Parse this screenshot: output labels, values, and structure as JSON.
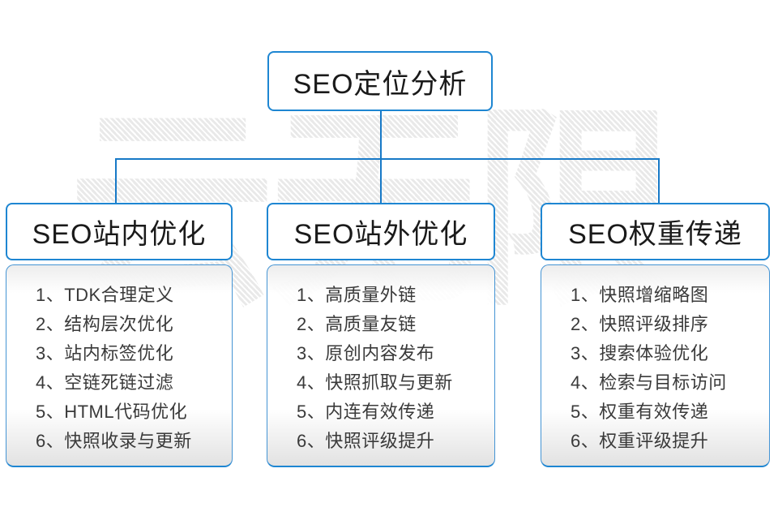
{
  "diagram": {
    "root": {
      "label": "SEO定位分析"
    },
    "watermark": {
      "text": "云无限"
    },
    "columns": [
      {
        "header": "SEO站内优化",
        "items": [
          "1、TDK合理定义",
          "2、结构层次优化",
          "3、站内标签优化",
          "4、空链死链过滤",
          "5、HTML代码优化",
          "6、快照收录与更新"
        ]
      },
      {
        "header": "SEO站外优化",
        "items": [
          "1、高质量外链",
          "2、高质量友链",
          "3、原创内容发布",
          "4、快照抓取与更新",
          "5、内连有效传递",
          "6、快照评级提升"
        ]
      },
      {
        "header": "SEO权重传递",
        "items": [
          "1、快照增缩略图",
          "2、快照评级排序",
          "3、搜索体验优化",
          "4、检索与目标访问",
          "5、权重有效传递",
          "6、权重评级提升"
        ]
      }
    ],
    "colors": {
      "connector_blue": "#1779c7",
      "node_border_blue": "#1e86d2",
      "card_border_blue": "#4494d4",
      "watermark_gray": "#e9e9e9",
      "title_text": "#1a1a1a",
      "list_text": "#3a3a3a"
    }
  }
}
